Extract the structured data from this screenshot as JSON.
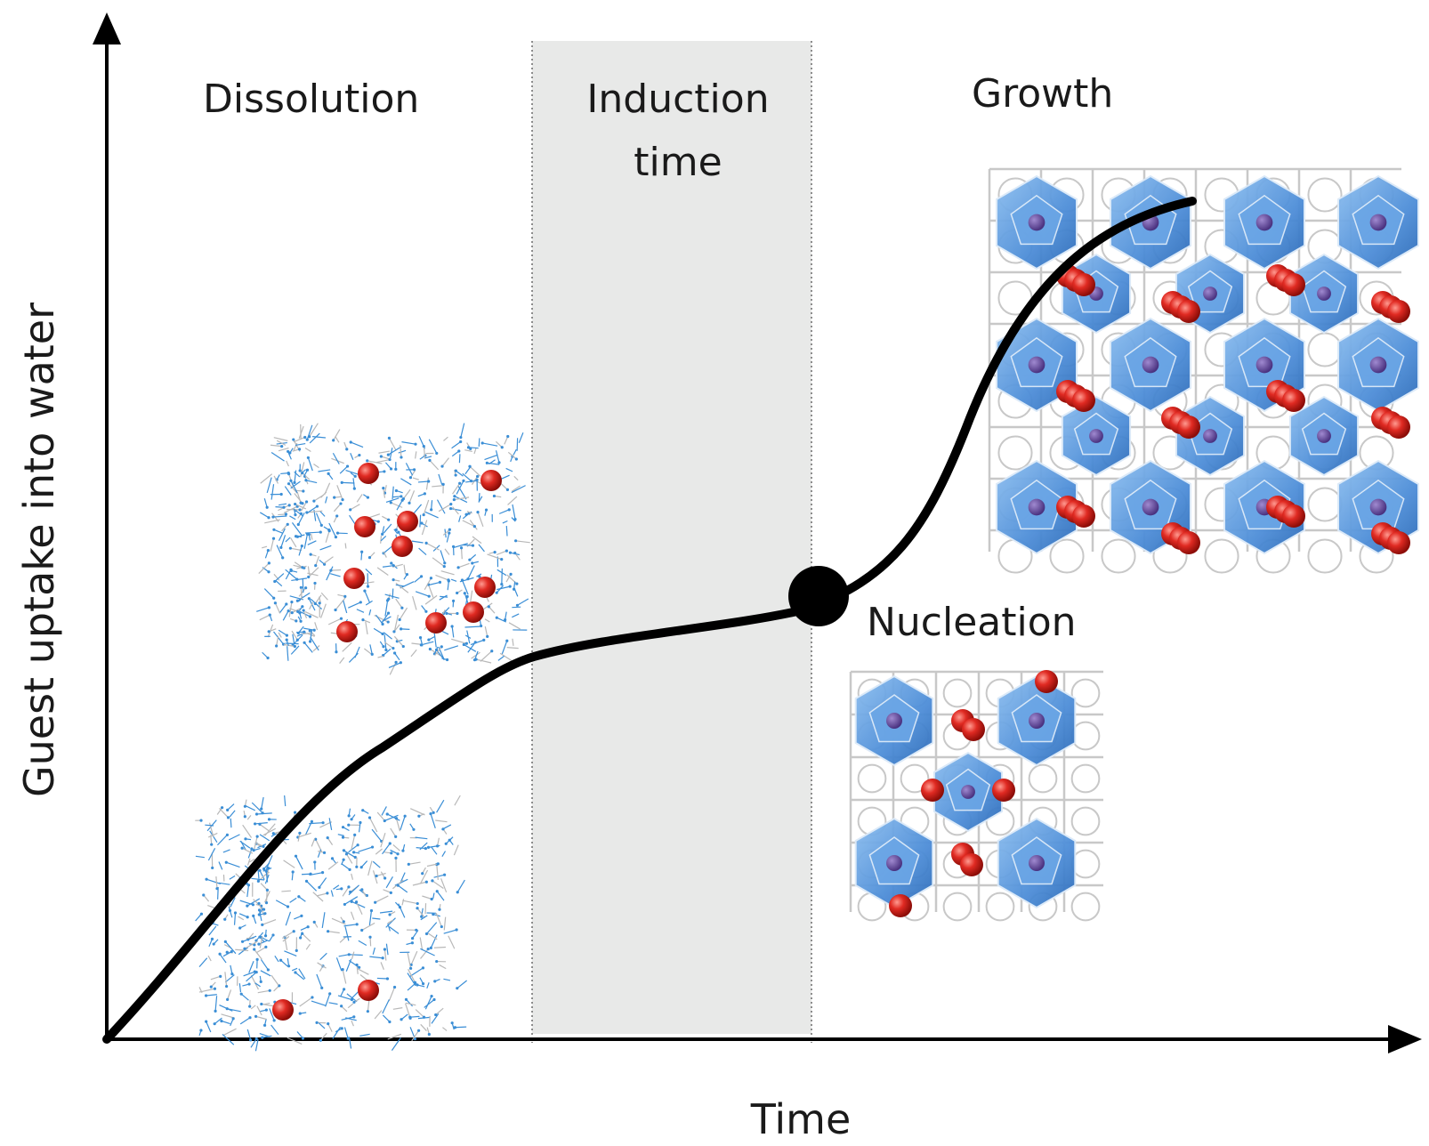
{
  "axes": {
    "x_label": "Time",
    "y_label": "Guest uptake into water"
  },
  "stages": {
    "dissolution": "Dissolution",
    "induction_line1": "Induction",
    "induction_line2": "time",
    "growth": "Growth",
    "nucleation": "Nucleation"
  },
  "colors": {
    "curve": "#000000",
    "induction_band": "#e8e9e8",
    "guest_molecule": "#e02a22",
    "water_network": "#3a8ed6",
    "cage_face": "#4f8fd9",
    "cage_wire": "#c8c8c8",
    "cage_core": "#6b4fa0"
  },
  "icons": {
    "dissolved_solution_low": "molecular-network-icon",
    "dissolved_solution_high": "molecular-network-icon",
    "nucleus_crystal": "clathrate-hydrate-icon",
    "grown_crystal": "clathrate-hydrate-icon",
    "nucleation_point": "filled-circle-marker"
  }
}
